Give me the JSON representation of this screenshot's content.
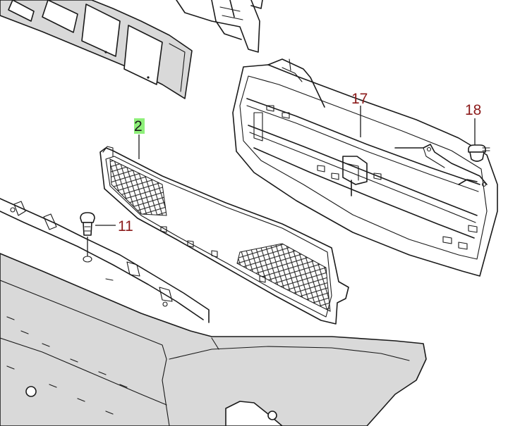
{
  "callouts": {
    "part_2": "2",
    "part_11": "11",
    "part_17": "17",
    "part_18": "18"
  },
  "colors": {
    "callout_text": "#8b1a1a",
    "highlight": "#8ef07a",
    "part_fill": "#d9d9d9",
    "line": "#1a1a1a"
  }
}
